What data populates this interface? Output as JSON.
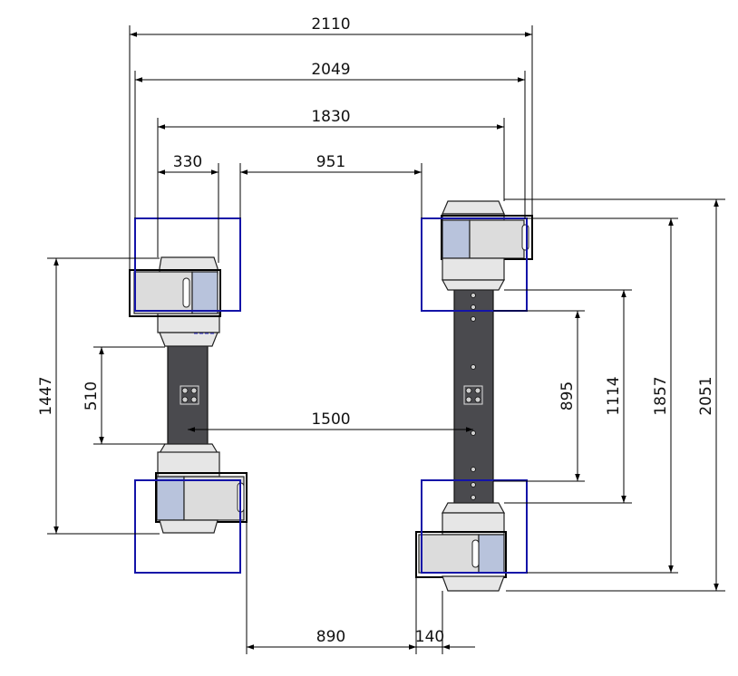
{
  "title": "",
  "dimensions": {
    "d2110": "2110",
    "d2049": "2049",
    "d1830": "1830",
    "d330": "330",
    "d951": "951",
    "d1447": "1447",
    "d510": "510",
    "d1500": "1500",
    "d895": "895",
    "d1114": "1114",
    "d1857": "1857",
    "d2051": "2051",
    "d890": "890",
    "d140": "140"
  },
  "colors": {
    "outline_blue": "#1414a8",
    "post_gray": "#4a4a4e",
    "panel_blue": "#b8c3dc"
  }
}
